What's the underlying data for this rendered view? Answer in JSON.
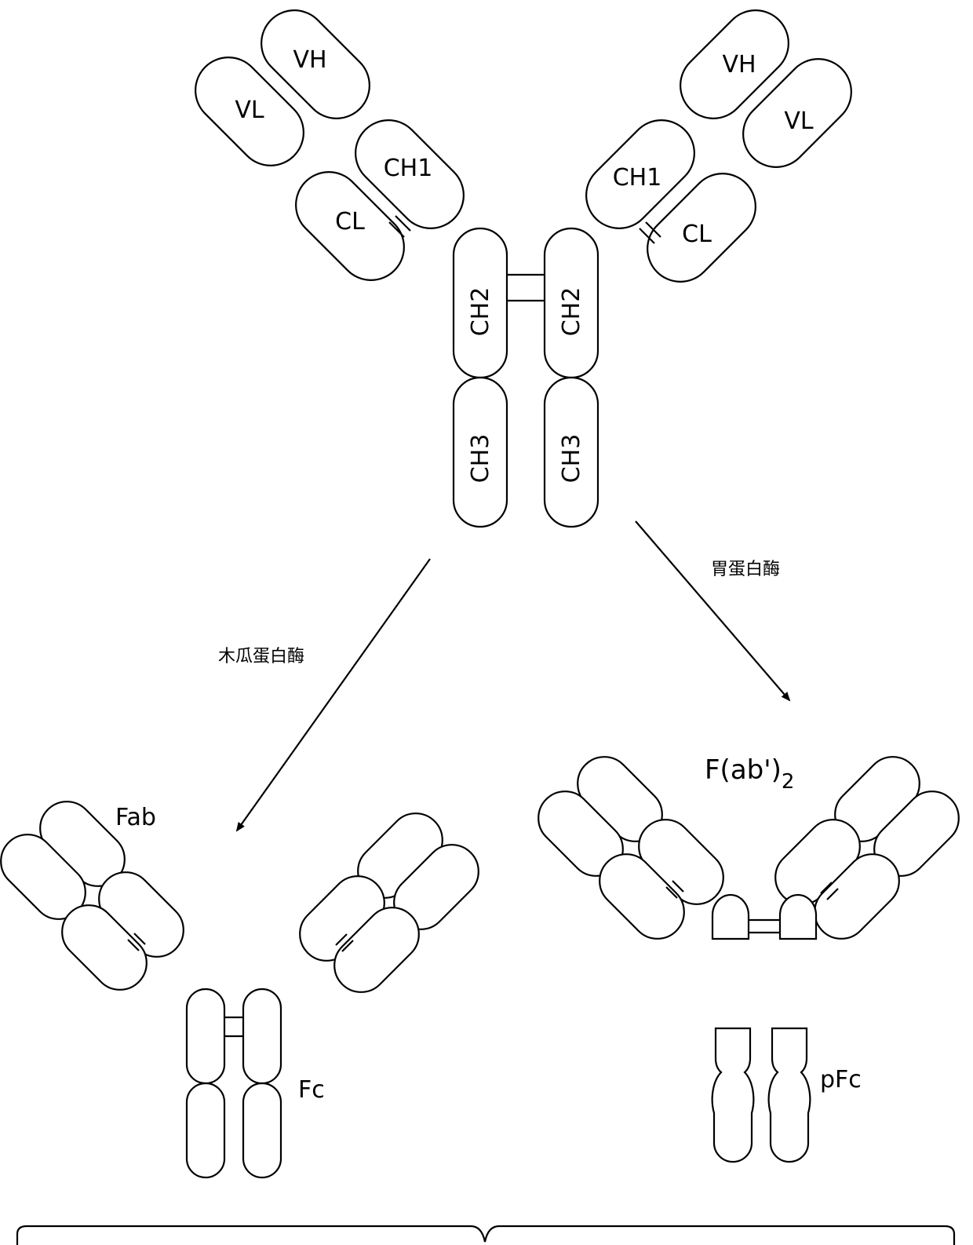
{
  "domains": {
    "vh": "VH",
    "vl": "VL",
    "ch1": "CH1",
    "cl": "CL",
    "ch2": "CH2",
    "ch3": "CH3"
  },
  "enzymes": {
    "papain": "木瓜蛋白酶",
    "pepsin": "胃蛋白酶"
  },
  "products": {
    "fab": "Fab",
    "fc": "Fc",
    "fab2_main": "F(ab')",
    "fab2_sub": "2",
    "pfc": "pFc"
  }
}
